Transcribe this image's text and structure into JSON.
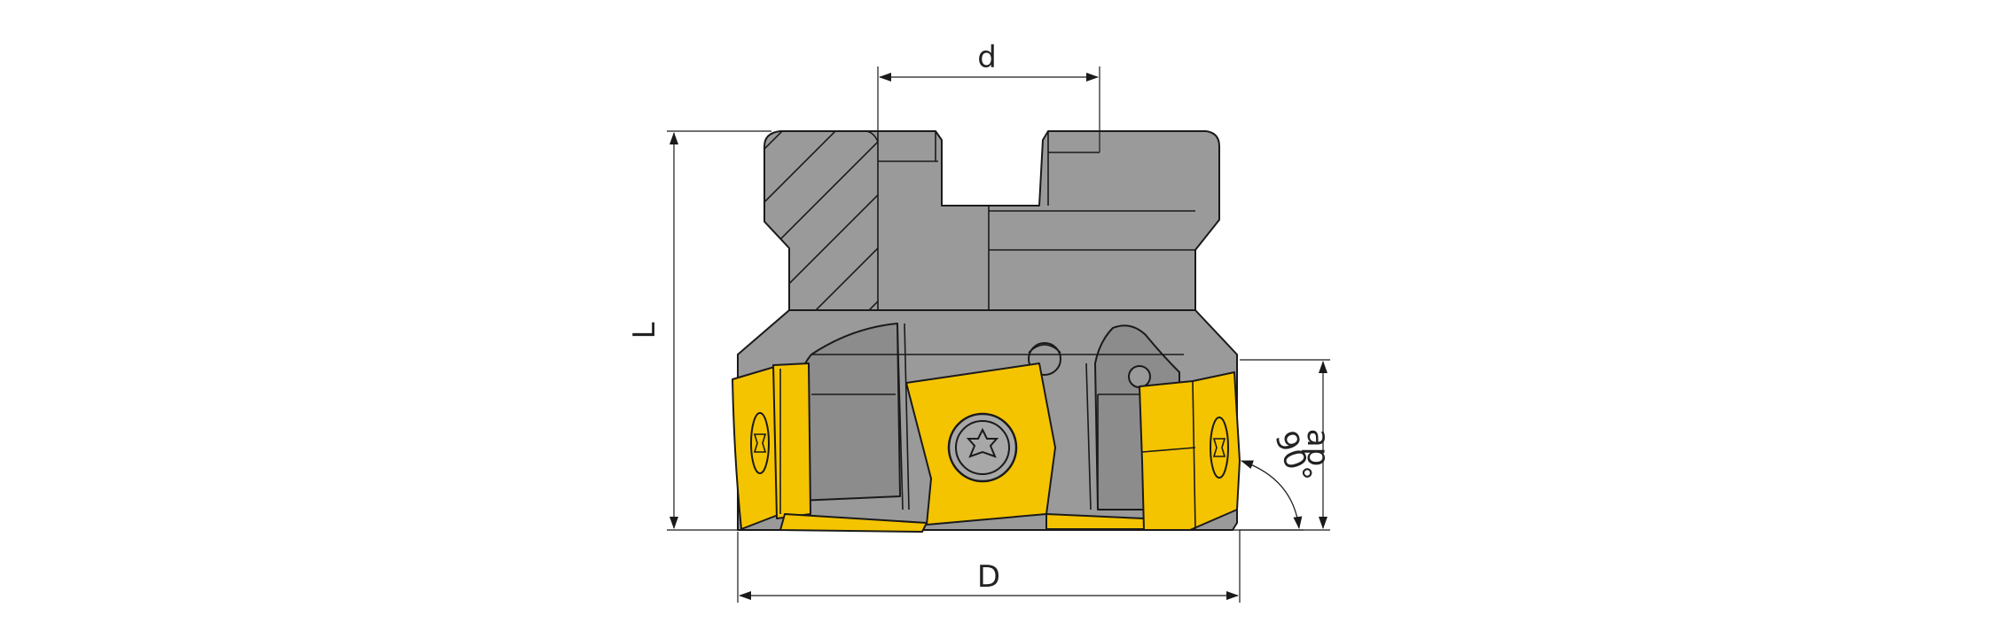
{
  "diagram": {
    "labels": {
      "d": "d",
      "L": "L",
      "D": "D",
      "ap": "ap",
      "angle": "90°"
    },
    "colors": {
      "body": "#9a9a9a",
      "insert": "#f5c400",
      "outline": "#1a1a1a",
      "background": "#ffffff"
    }
  }
}
